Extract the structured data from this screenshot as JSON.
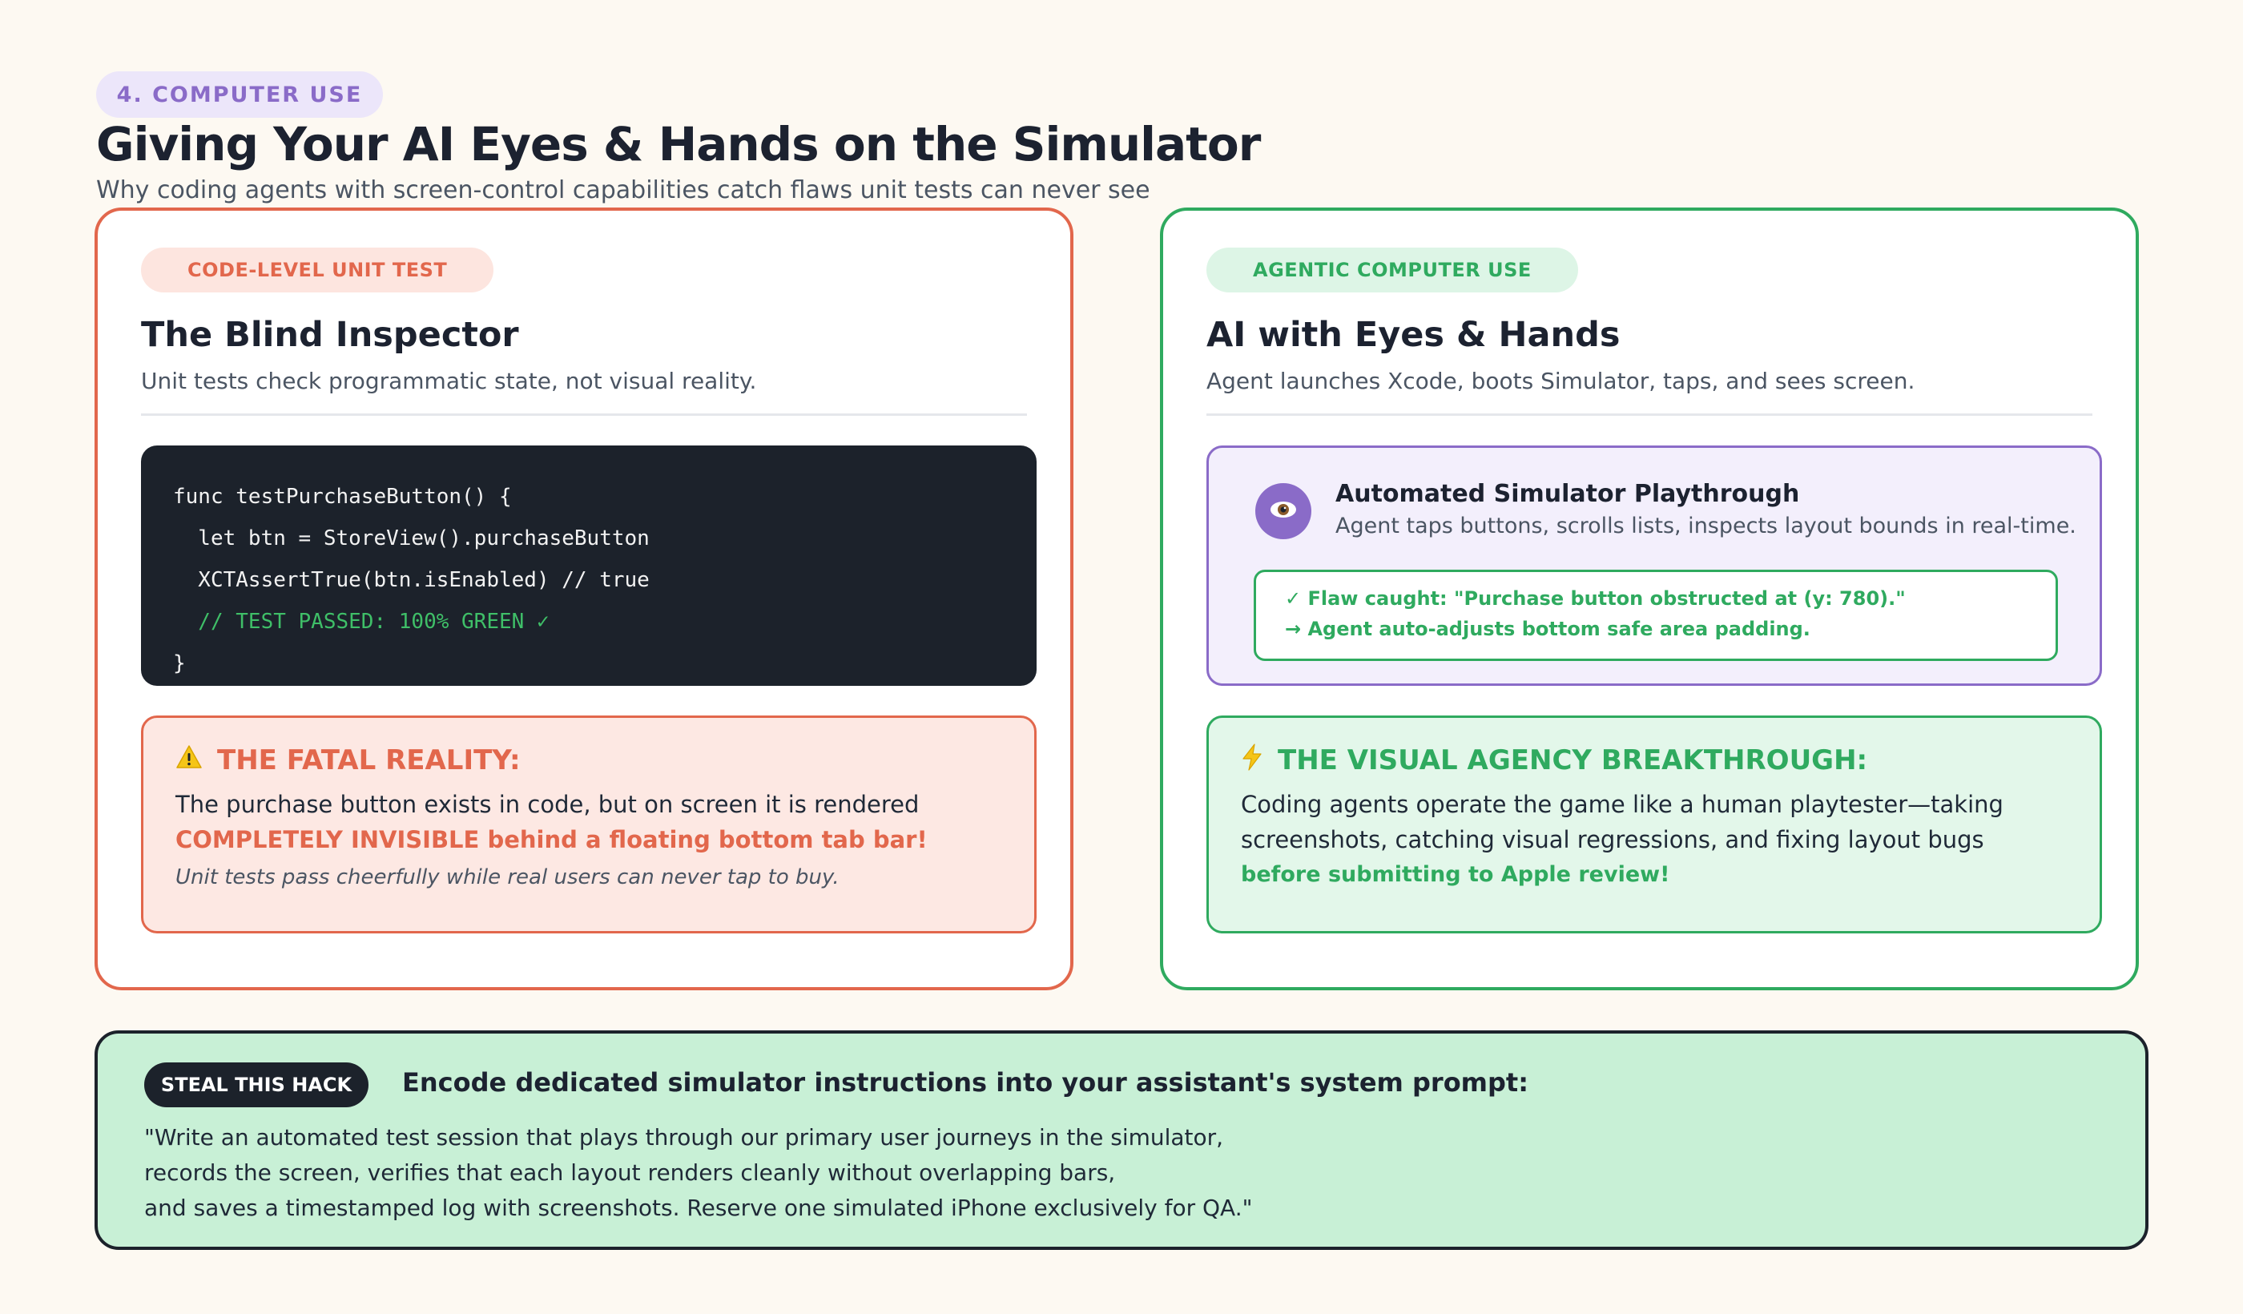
{
  "header": {
    "section_label": "4. COMPUTER USE",
    "title": "Giving Your AI Eyes & Hands on the Simulator",
    "subtitle": "Why coding agents with screen-control capabilities catch flaws unit tests can never see"
  },
  "left_card": {
    "tag": "CODE-LEVEL UNIT TEST",
    "title": "The Blind Inspector",
    "subtitle": "Unit tests check programmatic state, not visual reality.",
    "code_lines": [
      "func testPurchaseButton() {",
      "  let btn = StoreView().purchaseButton",
      "  XCTAssertTrue(btn.isEnabled) // true",
      "  // TEST PASSED: 100% GREEN ✓",
      "}"
    ],
    "alert": {
      "icon": "warning-icon",
      "heading": "THE FATAL REALITY:",
      "text": "The purchase button exists in code, but on screen it is rendered",
      "highlight": "COMPLETELY INVISIBLE behind a floating bottom tab bar!",
      "note": "Unit tests pass cheerfully while real users can never tap to buy."
    }
  },
  "right_card": {
    "tag": "AGENTIC COMPUTER USE",
    "title": "AI with Eyes & Hands",
    "subtitle": "Agent launches Xcode, boots Simulator, taps, and sees screen.",
    "simulator": {
      "icon": "eye-icon",
      "title": "Automated Simulator Playthrough",
      "subtitle": "Agent taps buttons, scrolls lists, inspects layout bounds in real-time.",
      "flaw_line1": "✓ Flaw caught: \"Purchase button obstructed at (y: 780).\"",
      "flaw_line2": "→ Agent auto-adjusts bottom safe area padding."
    },
    "alert": {
      "icon": "lightning-icon",
      "heading": "THE VISUAL AGENCY BREAKTHROUGH:",
      "line1": "Coding agents operate the game like a human playtester—taking",
      "line2": "screenshots, catching visual regressions, and fixing layout bugs",
      "highlight": "before submitting to Apple review!"
    }
  },
  "hack": {
    "tag": "STEAL THIS HACK",
    "title": "Encode dedicated simulator instructions into your assistant's system prompt:",
    "quote_lines": [
      "\"Write an automated test session that plays through our primary user journeys in the simulator,",
      "records the screen, verifies that each layout renders cleanly without overlapping bars,",
      "and saves a timestamped log with screenshots. Reserve one simulated iPhone exclusively for QA.\""
    ]
  },
  "colors": {
    "background": "#fdf9f2",
    "danger": "#e2674c",
    "success": "#2faa5f",
    "accent_purple": "#8a6bc8",
    "dark": "#1c222b",
    "hack_bg": "#c8f0d6"
  }
}
